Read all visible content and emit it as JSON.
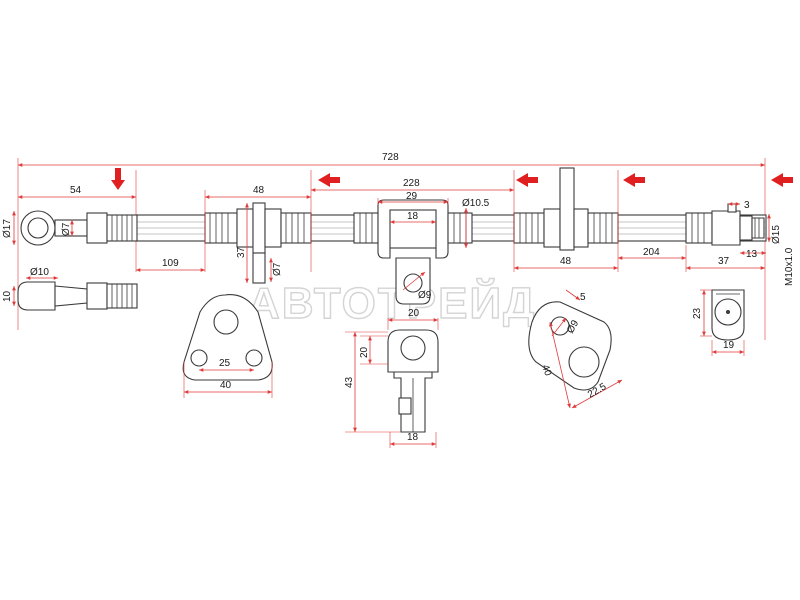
{
  "diagram": {
    "watermark": "АВТОТРЕЙД",
    "dimensions": {
      "overall_length": "728",
      "left_fitting_length": "54",
      "bracket1_width": "48",
      "bracket1_offset": "109",
      "bracket1_height": "37",
      "bracket1_pin_dia": "Ø7",
      "mid_span": "228",
      "mid_block_width": "29",
      "mid_block_inner": "18",
      "hose_dia": "Ø10.5",
      "bracket2_width": "48",
      "right_span": "204",
      "right_fitting_length": "37",
      "nut_width": "3",
      "nut_dia": "Ø15",
      "nut_len": "13",
      "thread": "M10x1.0",
      "eye_dia": "Ø17",
      "eye_hole_dia": "Ø7",
      "side_fitting_dia": "Ø10",
      "side_fitting_height": "10",
      "mount_hole_dia": "Ø9",
      "clip_width_top": "20",
      "clip_height_top": "20",
      "clip_height_total": "43",
      "clip_width_bottom": "18",
      "plate_hole_spacing": "25",
      "plate_width": "40",
      "bracket_tab_thickness": "5",
      "bracket_tab_hole": "Ø9",
      "bracket_tab_length": "40",
      "bracket_tab_width": "22.5",
      "end_view_height": "23",
      "end_view_width": "19"
    },
    "arrows": [
      "flow-arrow-1",
      "flow-arrow-2",
      "flow-arrow-3",
      "flow-arrow-4",
      "flow-arrow-5",
      "flow-arrow-6"
    ],
    "accent_color": "#e03a3a",
    "arrow_color": "#e02020"
  }
}
